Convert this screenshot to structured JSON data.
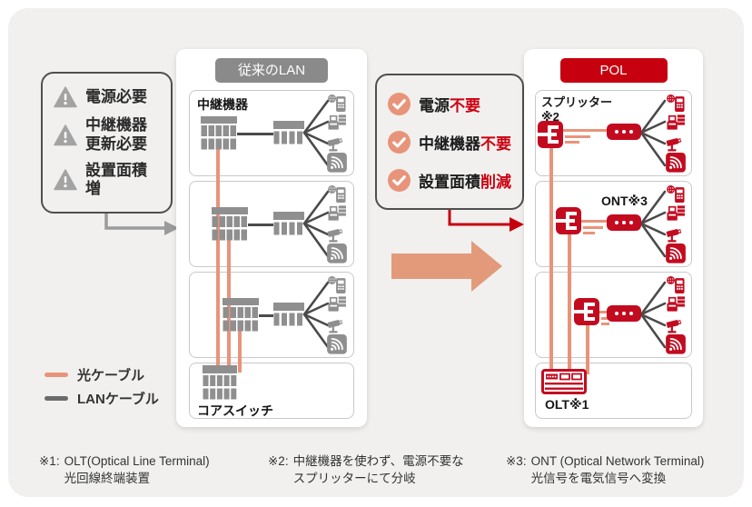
{
  "colors": {
    "brand_red": "#c7000f",
    "accent_red_text": "#cc0011",
    "optical_cable_salmon": "#e8947a",
    "gray_header": "#8a8a8a",
    "icon_gray": "#8f8f8f",
    "icon_red": "#c30b20"
  },
  "warn_box": {
    "items": [
      {
        "lines": [
          "電源必要"
        ]
      },
      {
        "lines": [
          "中継機器",
          "更新必要"
        ]
      },
      {
        "lines": [
          "設置面積増"
        ]
      }
    ]
  },
  "check_box": {
    "items": [
      {
        "black": "電源",
        "red": "不要"
      },
      {
        "black": "中継機器",
        "red": "不要"
      },
      {
        "black": "設置面積",
        "red": "削減"
      }
    ]
  },
  "lan_panel": {
    "title": "従来のLAN",
    "relay_label": "中継機器",
    "core_label": "コアスイッチ"
  },
  "pol_panel": {
    "title": "POL",
    "splitter_label_line1": "スプリッター",
    "splitter_label_line2": "※2",
    "ont_label": "ONT※3",
    "olt_label": "OLT※1"
  },
  "legend": {
    "optical": "光ケーブル",
    "lan": "LANケーブル"
  },
  "footnotes": [
    {
      "marker": "※1:",
      "line1": "OLT(Optical Line Terminal)",
      "line2": "光回線終端装置"
    },
    {
      "marker": "※2:",
      "line1": "中継機器を使わず、電源不要な",
      "line2": "スプリッターにて分岐"
    },
    {
      "marker": "※3:",
      "line1": "ONT (Optical Network Terminal)",
      "line2": "光信号を電気信号へ変換"
    }
  ],
  "icons": {
    "warning": "triangle-exclamation",
    "check": "circle-check",
    "devices": [
      "ip-phone",
      "printer",
      "security-camera",
      "wifi-access-point"
    ],
    "network": [
      "relay-switch",
      "edge-switch",
      "core-switch",
      "optical-splitter",
      "ont",
      "olt"
    ]
  }
}
